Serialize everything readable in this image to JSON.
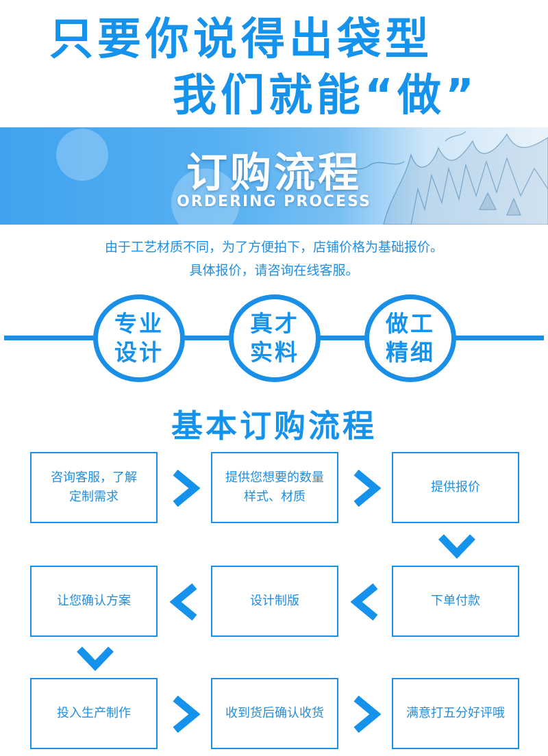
{
  "headline": {
    "line1": "只要你说得出袋型",
    "line2": "我们就能“做”"
  },
  "banner": {
    "title": "订购流程",
    "subtitle": "ORDERING PROCESS"
  },
  "notice": {
    "line1": "由于工艺材质不同，为了方便拍下，店铺价格为基础报价。",
    "line2": "具体报价，请咨询在线客服。"
  },
  "features": [
    {
      "top": "专业",
      "bottom": "设计"
    },
    {
      "top": "真才",
      "bottom": "实料"
    },
    {
      "top": "做工",
      "bottom": "精细"
    }
  ],
  "process": {
    "title": "基本订购流程",
    "steps": [
      {
        "line1": "咨询客服，了解",
        "line2": "定制需求"
      },
      {
        "line1": "提供您想要的数量",
        "line2": "样式、材质"
      },
      {
        "line1": "提供报价",
        "line2": ""
      },
      {
        "line1": "下单付款",
        "line2": ""
      },
      {
        "line1": "设计制版",
        "line2": ""
      },
      {
        "line1": "让您确认方案",
        "line2": ""
      },
      {
        "line1": "投入生产制作",
        "line2": ""
      },
      {
        "line1": "收到货后确认收货",
        "line2": ""
      },
      {
        "line1": "满意打五分好评哦",
        "line2": ""
      }
    ]
  },
  "colors": {
    "brand_blue": "#1592ec",
    "line_blue": "#1a8fe8"
  },
  "icons": {
    "arrow_right": "chevron-right-icon",
    "arrow_left": "chevron-left-icon",
    "arrow_down": "chevron-down-icon"
  }
}
